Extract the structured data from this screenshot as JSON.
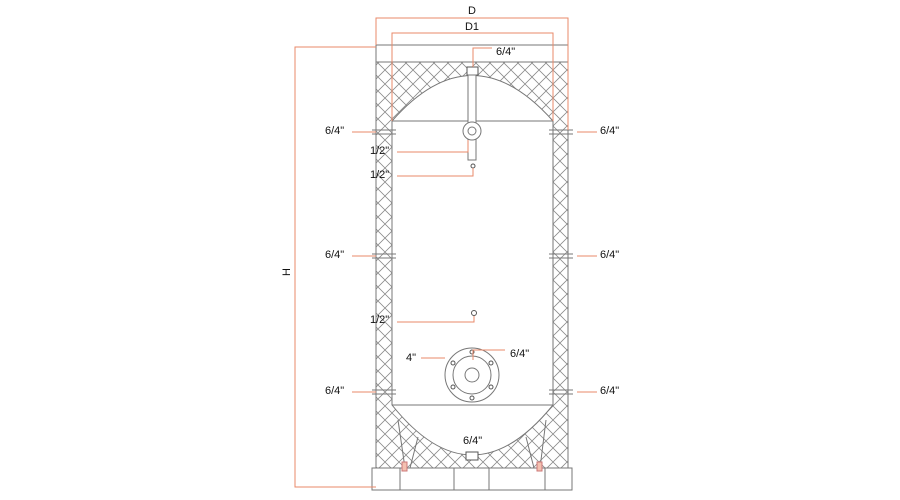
{
  "diagram": {
    "dimensions": {
      "outer_diameter": "D",
      "inner_diameter": "D1",
      "height": "H"
    },
    "connections": {
      "top": "6/4\"",
      "left_upper": "6/4\"",
      "left_middle": "6/4\"",
      "left_lower": "6/4\"",
      "right_upper": "6/4\"",
      "right_middle": "6/4\"",
      "right_lower": "6/4\"",
      "sensor_upper_1": "1/2\"",
      "sensor_upper_2": "1/2\"",
      "sensor_lower": "1/2\"",
      "flange": "4\"",
      "flange_inner": "6/4\"",
      "bottom": "6/4\""
    },
    "colors": {
      "dimension_line": "#e8896a",
      "outline": "#777777"
    }
  }
}
